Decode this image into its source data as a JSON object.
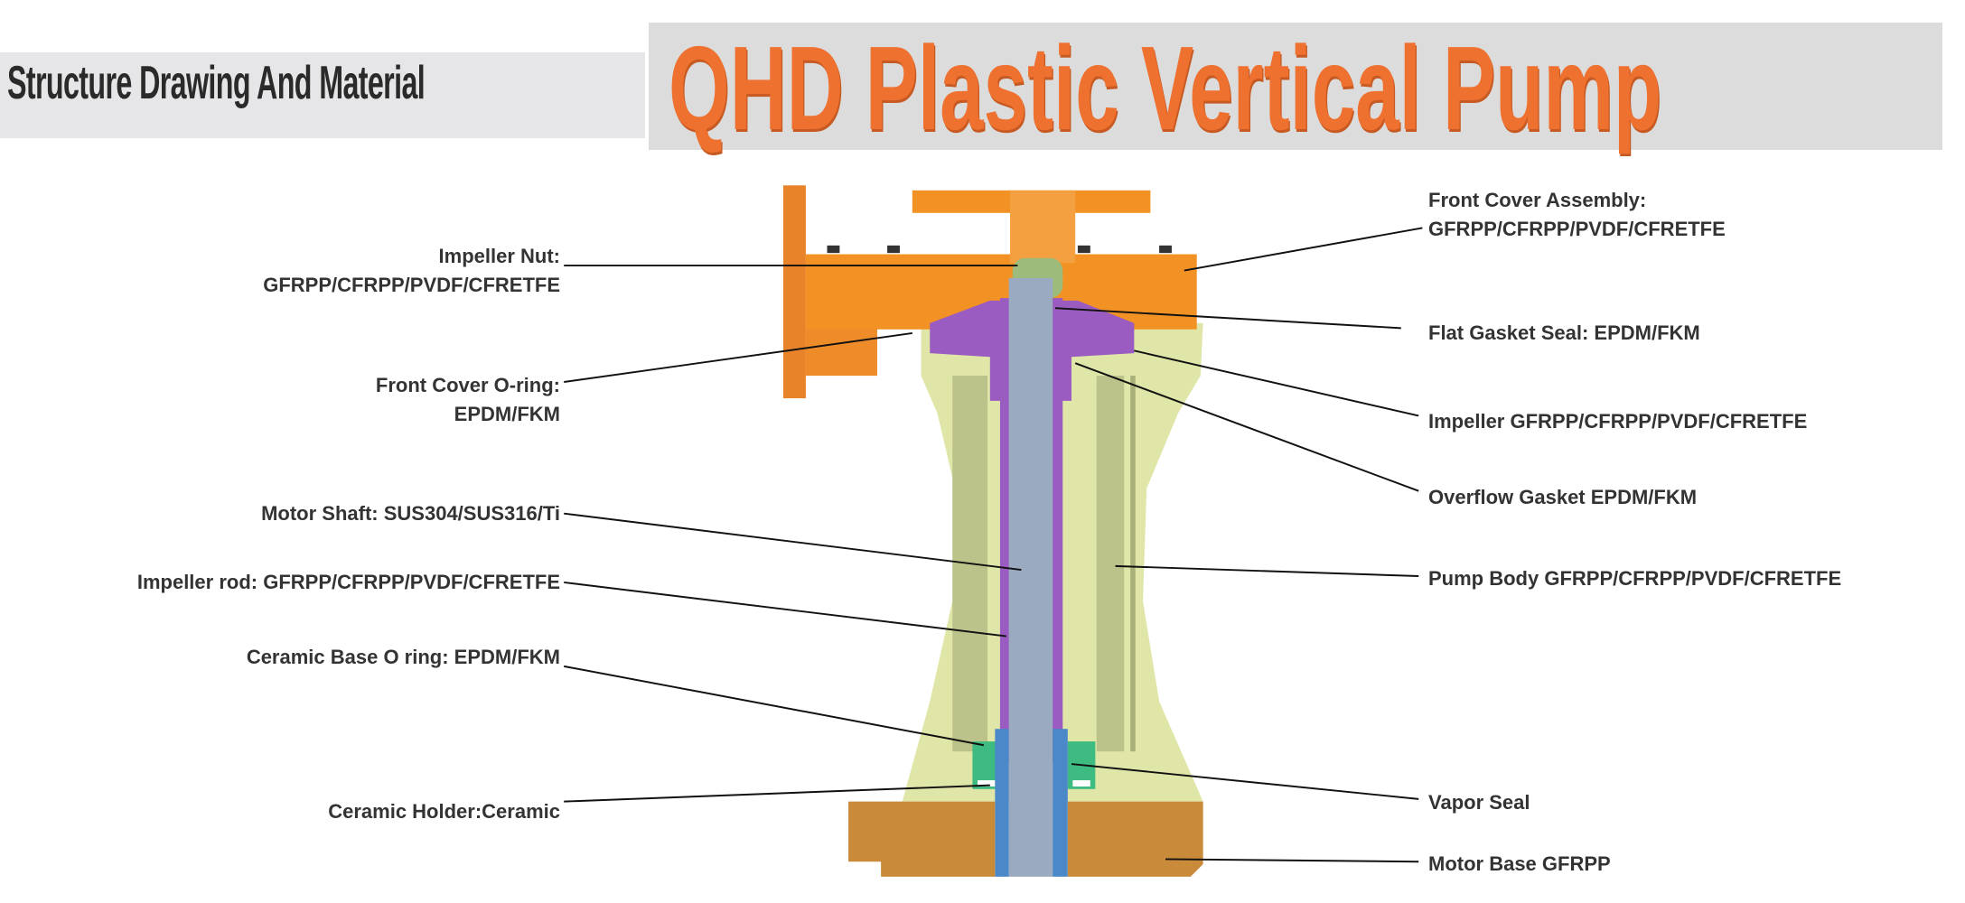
{
  "header": {
    "subtitle": "Structure Drawing And Material",
    "title": "QHD Plastic Vertical Pump"
  },
  "colors": {
    "title_orange": "#ee7130",
    "cover_orange": "#f39224",
    "body_green": "#dfe6a8",
    "impeller_purple": "#9a5cc0",
    "shaft_gray": "#9aaac0",
    "seal_green": "#3dbb80",
    "sleeve_blue": "#4a88c8",
    "base_brown": "#c98a3a"
  },
  "labels_left": [
    {
      "name": "Impeller Nut:",
      "material": "GFRPP/CFRPP/PVDF/CFRETFE"
    },
    {
      "name": "Front Cover O-ring:",
      "material": "EPDM/FKM"
    },
    {
      "text": "Motor Shaft: SUS304/SUS316/Ti"
    },
    {
      "text": "Impeller rod: GFRPP/CFRPP/PVDF/CFRETFE"
    },
    {
      "text": "Ceramic Base O ring: EPDM/FKM"
    },
    {
      "text": "Ceramic Holder:Ceramic"
    }
  ],
  "labels_right": [
    {
      "name": "Front Cover Assembly:",
      "material": "GFRPP/CFRPP/PVDF/CFRETFE"
    },
    {
      "text": "Flat Gasket Seal: EPDM/FKM"
    },
    {
      "text": "Impeller GFRPP/CFRPP/PVDF/CFRETFE"
    },
    {
      "text": "Overflow Gasket EPDM/FKM"
    },
    {
      "text": "Pump Body GFRPP/CFRPP/PVDF/CFRETFE"
    },
    {
      "text": "Vapor Seal"
    },
    {
      "text": "Motor Base GFRPP"
    }
  ]
}
